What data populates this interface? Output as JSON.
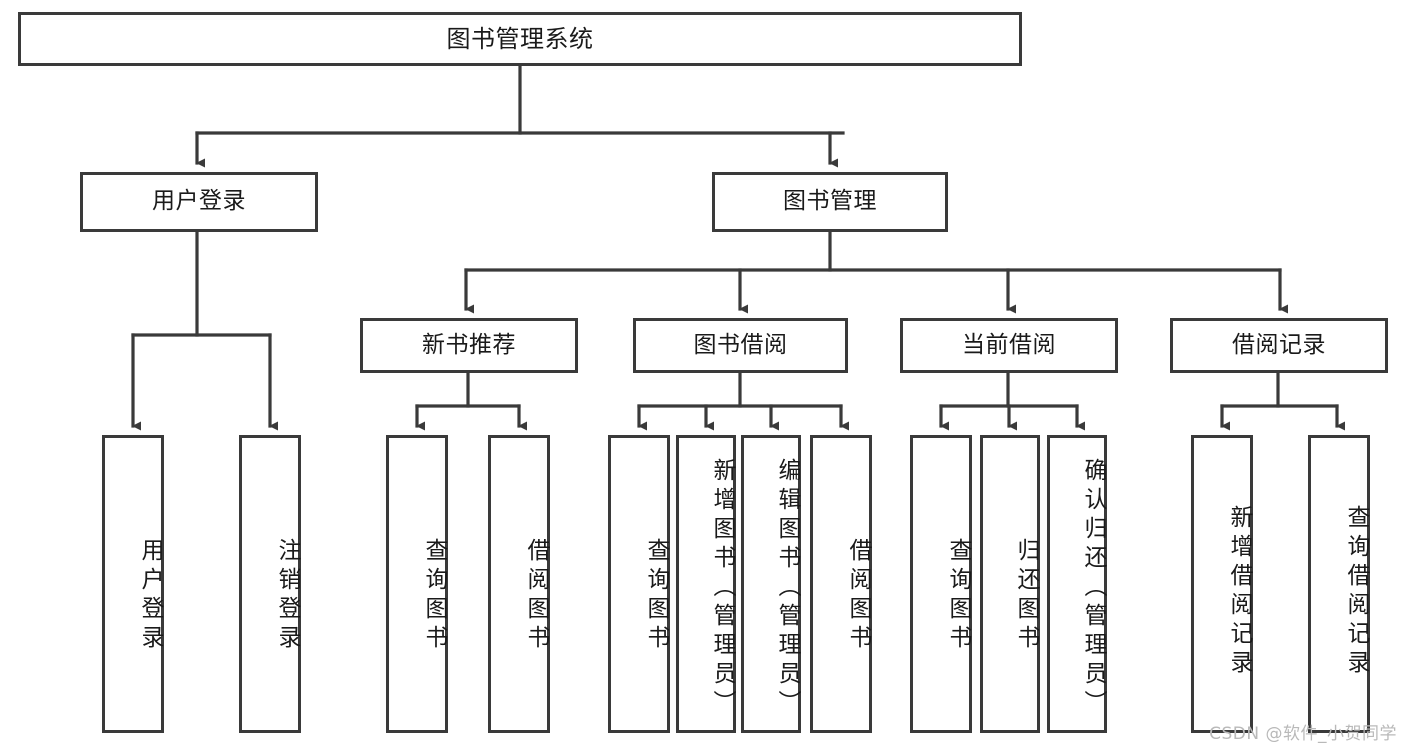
{
  "diagram": {
    "title": "图书管理系统",
    "type": "function-structure-tree",
    "root": {
      "label": "图书管理系统"
    },
    "level1": [
      {
        "label": "用户登录"
      },
      {
        "label": "图书管理"
      }
    ],
    "level2": [
      {
        "label": "新书推荐",
        "parent": "图书管理"
      },
      {
        "label": "图书借阅",
        "parent": "图书管理"
      },
      {
        "label": "当前借阅",
        "parent": "图书管理"
      },
      {
        "label": "借阅记录",
        "parent": "图书管理"
      }
    ],
    "leaves": {
      "user_login": [
        {
          "label": "用户登录"
        },
        {
          "label": "注销登录"
        }
      ],
      "new_book_recommend": [
        {
          "label": "查询图书"
        },
        {
          "label": "借阅图书"
        }
      ],
      "book_borrow": [
        {
          "label": "查询图书"
        },
        {
          "label": "新增图书（管理员）"
        },
        {
          "label": "编辑图书（管理员）"
        },
        {
          "label": "借阅图书"
        }
      ],
      "current_borrow": [
        {
          "label": "查询图书"
        },
        {
          "label": "归还图书"
        },
        {
          "label": "确认归还（管理员）"
        }
      ],
      "borrow_record": [
        {
          "label": "新增借阅记录"
        },
        {
          "label": "查询借阅记录"
        }
      ]
    }
  },
  "watermark": {
    "text": "CSDN @软件_小贺同学"
  },
  "colors": {
    "border": "#3a3a3a",
    "text": "#1a1a1a",
    "background": "#ffffff",
    "watermark": "#b9b9b9"
  }
}
